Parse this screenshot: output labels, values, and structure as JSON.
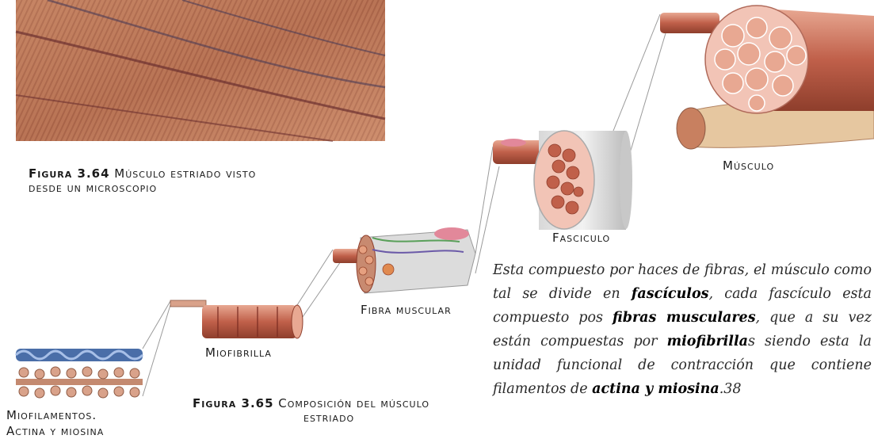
{
  "captions": {
    "fig64_number": "Figura 3.64",
    "fig64_text": "Músculo estriado visto",
    "fig64_text2": "desde un microscopio",
    "fig65_number": "Figura 3.65",
    "fig65_text": "Composición del músculo",
    "fig65_text2": "estriado"
  },
  "labels": {
    "musculo": "Músculo",
    "fasciculo": "Fasciculo",
    "fibra_muscular": "Fibra muscular",
    "miofibrilla": "Miofibrilla",
    "miofilamentos_line1": "Miofilamentos.",
    "miofilamentos_line2": "Actina y miosina"
  },
  "paragraph": {
    "p1": "Esta compuesto por haces de fibras, el músculo como tal se divide en ",
    "b1": "fascículos",
    "p2": ", cada fascículo esta compuesto pos ",
    "b2": "fibras musculares",
    "p3": ", que a su vez están compuestas por ",
    "b3": "miofibrilla",
    "p4": "s siendo esta la unidad funcional de contracción que contiene filamentos de ",
    "b4": "actina y miosina",
    "p5": ".38"
  },
  "colors": {
    "muscle": "#c0604a",
    "muscle_light": "#e8a892",
    "fascicle_pink": "#f2c4b6",
    "actin_blue": "#4a6ea8",
    "bone": "#e6c7a0"
  }
}
